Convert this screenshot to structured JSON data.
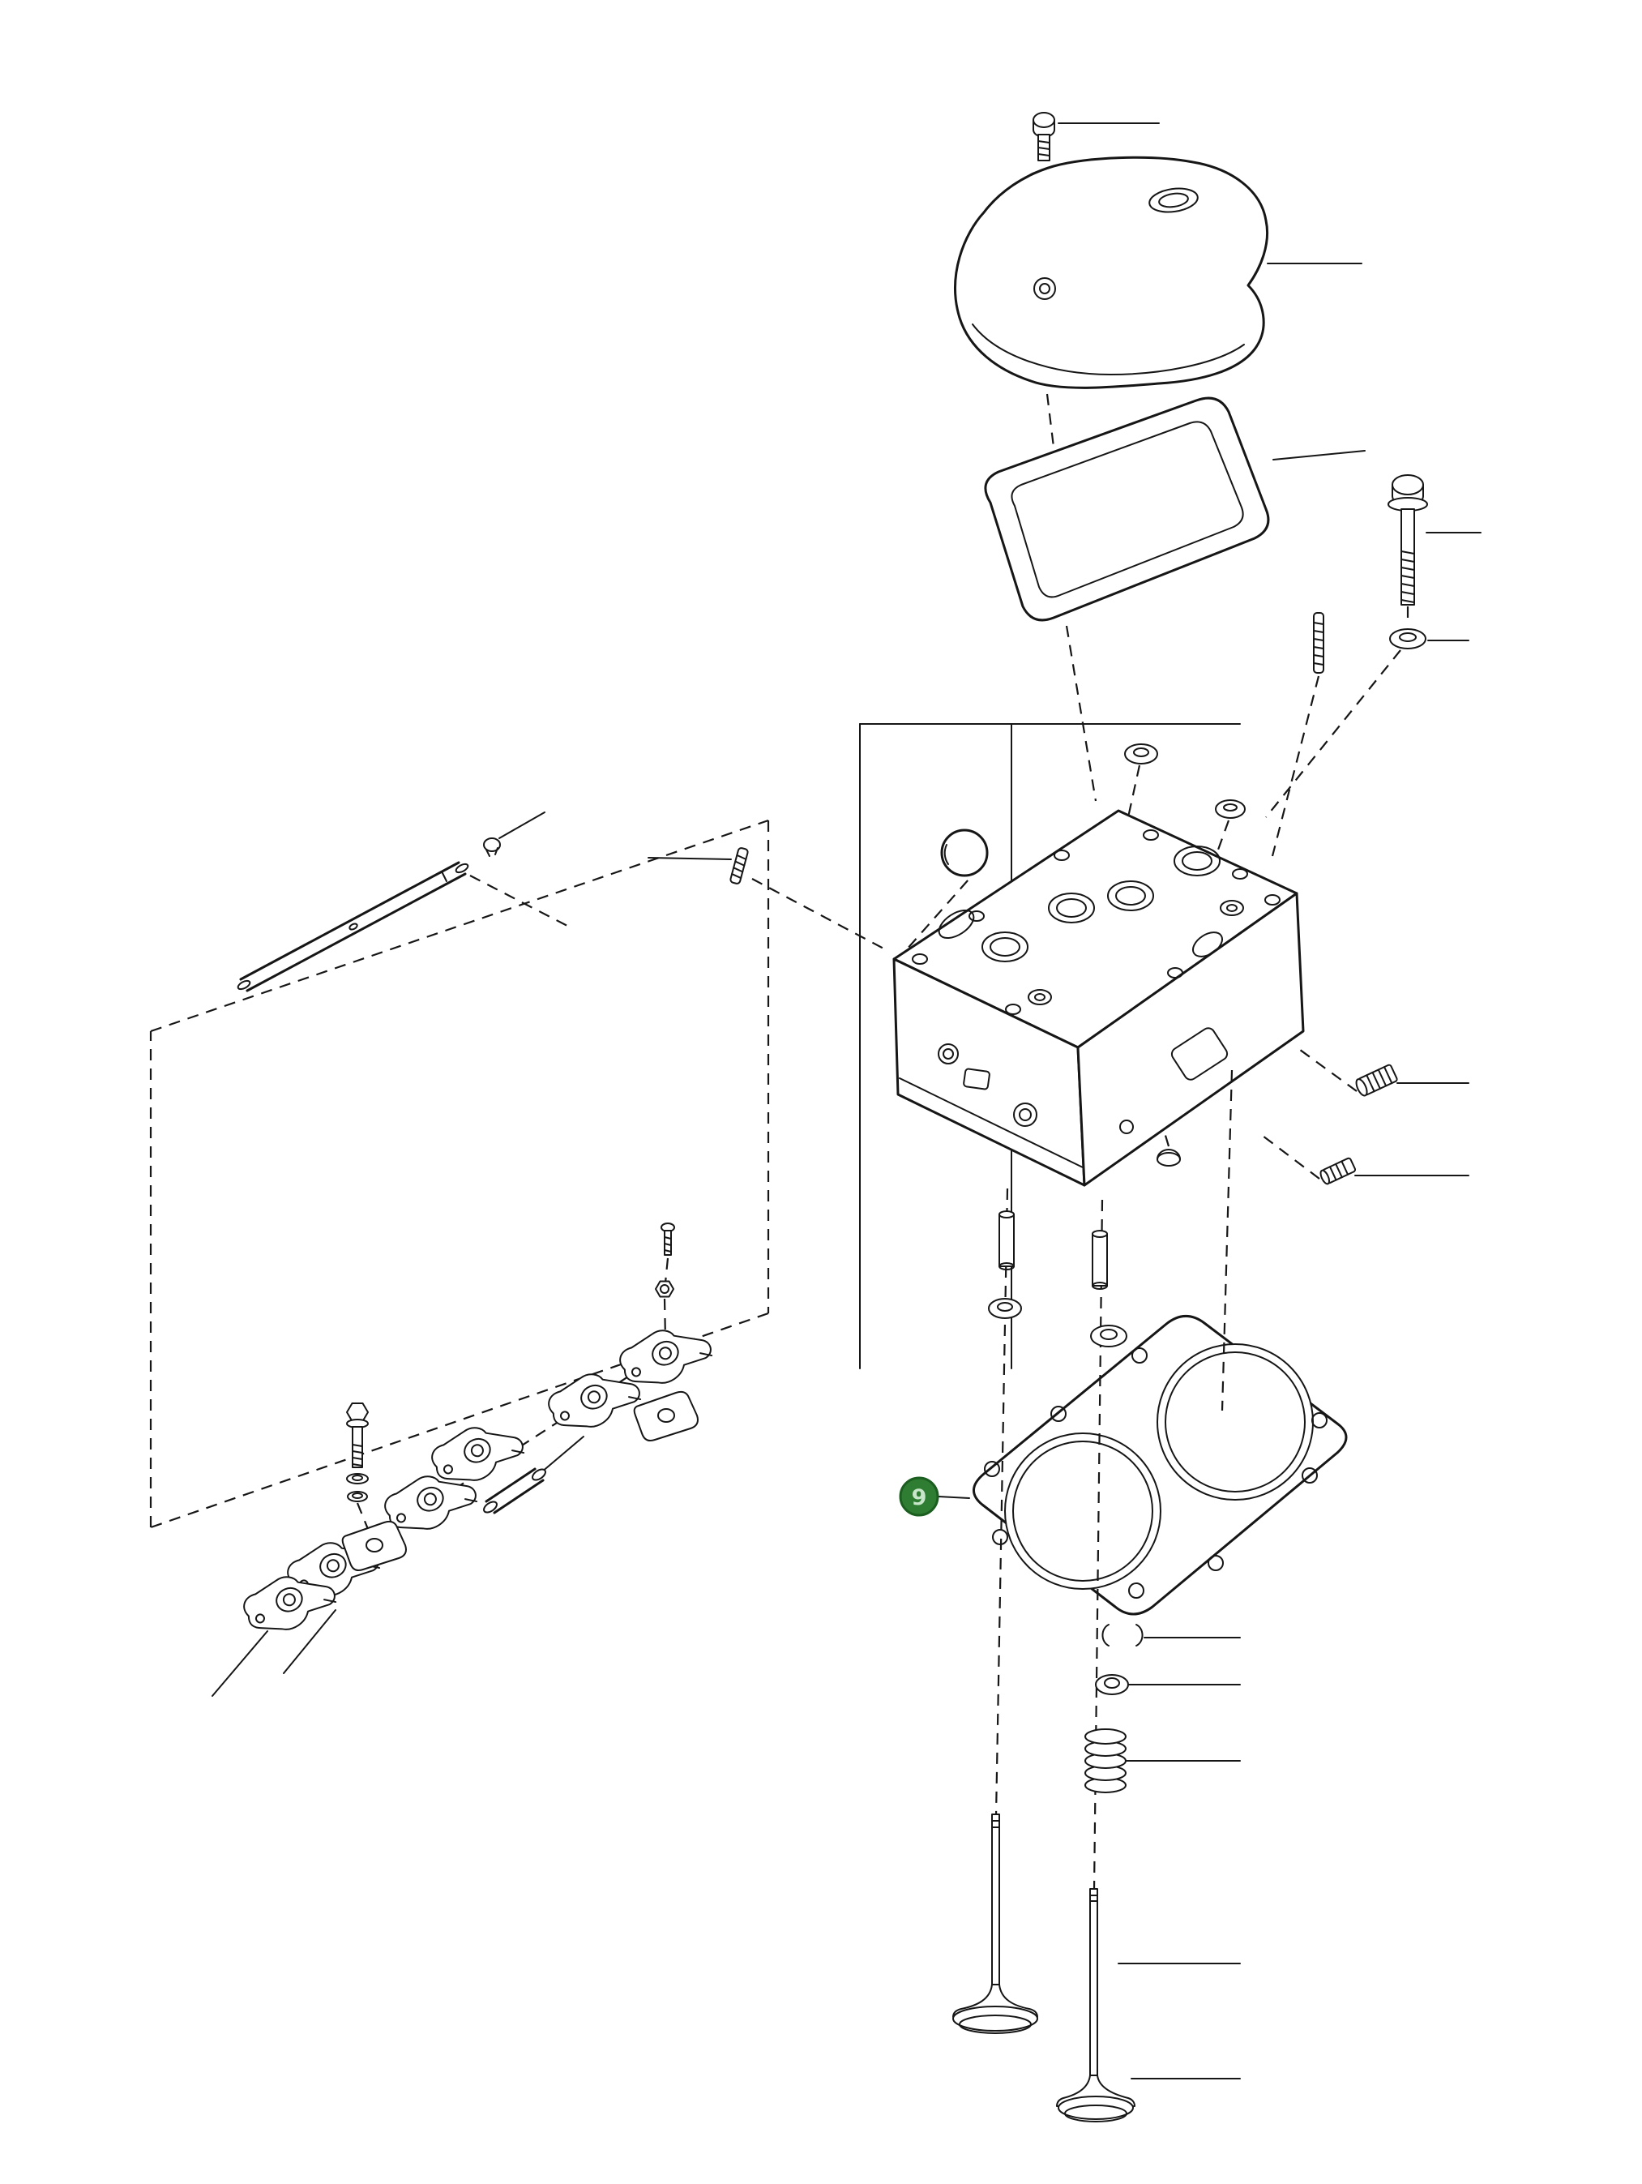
{
  "diagram": {
    "type": "exploded-parts-diagram",
    "subject": "engine cylinder head assembly",
    "background": "#ffffff",
    "ink": "#161616",
    "callout": {
      "label": "9",
      "fill": "#2e7d32",
      "stroke": "#1b5e20",
      "text_color": "#c8e6c9",
      "points_to": "head-gasket"
    },
    "parts": [
      "cap-bolt",
      "grommet-washer",
      "valve-cover",
      "valve-cover-gasket",
      "cylinder-head-bolt",
      "flat-washer",
      "stud",
      "sealing-washers",
      "core-plug",
      "cylinder-head",
      "pipe-plug",
      "valve-cap",
      "rocker-shaft",
      "rocker-shaft-plug",
      "adjusting-screw",
      "adjusting-nut",
      "rocker-arms",
      "rocker-supports",
      "support-bolt",
      "support-washers",
      "spacer-tube",
      "valve-guides",
      "valve-stem-seals",
      "head-gasket",
      "valve-keepers",
      "spring-retainer",
      "valve-spring",
      "inlet-valve",
      "exhaust-valve"
    ]
  }
}
